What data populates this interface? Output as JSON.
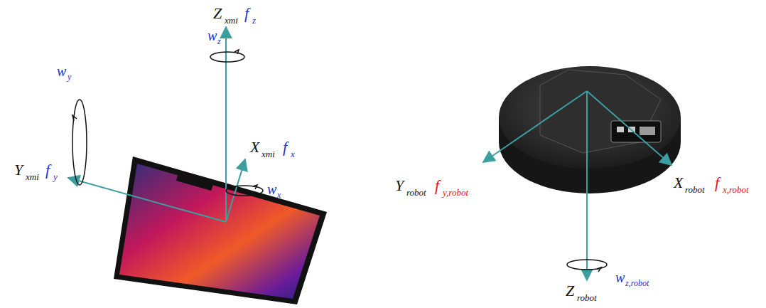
{
  "diagram": {
    "labels": [
      "Z",
      "xmi",
      "f",
      "z",
      "w",
      "z",
      "Y",
      "xmi",
      "f",
      "y",
      "w",
      "y",
      "X",
      "xmi",
      "f",
      "x",
      "w",
      "x",
      "Y",
      "robot",
      "f",
      "y,robot",
      "X",
      "robot",
      "f",
      "x,robot",
      "Z",
      "robot",
      "w",
      "z,robot"
    ]
  }
}
